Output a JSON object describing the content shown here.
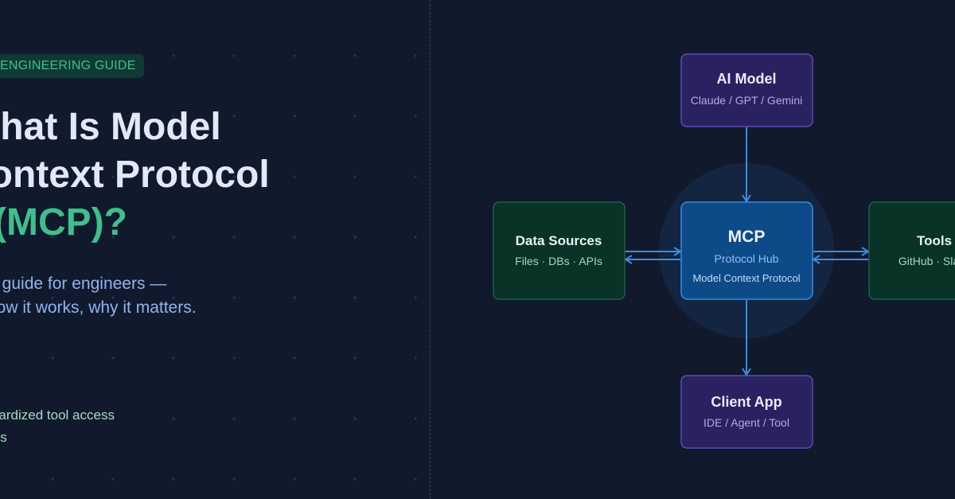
{
  "left": {
    "badge": "ENGINEERING GUIDE",
    "title_lines": [
      "What Is Model",
      "Context Protocol",
      "(MCP)?"
    ],
    "subtitle_lines": [
      "A guide for engineers —",
      "how it works, why it matters."
    ],
    "bullets": [
      "Standardized tool access",
      "Models"
    ]
  },
  "diagram": {
    "nodes": {
      "ai_model": {
        "title": "AI Model",
        "subtitle": "Claude / GPT / Gemini"
      },
      "mcp": {
        "title": "MCP",
        "subtitle": "Protocol Hub",
        "detail": "Model Context Protocol"
      },
      "data_sources": {
        "title": "Data Sources",
        "subtitle": "Files · DBs · APIs"
      },
      "tools": {
        "title": "Tools",
        "subtitle": "GitHub · Slack"
      },
      "client_app": {
        "title": "Client App",
        "subtitle": "IDE / Agent / Tool"
      }
    }
  },
  "colors": {
    "background": "#111a2c",
    "accent_green": "#3fbf8c",
    "accent_blue": "#3a8ee0",
    "purple_node": "#2a2160",
    "green_node": "#083326",
    "blue_node": "#0d4a88"
  }
}
